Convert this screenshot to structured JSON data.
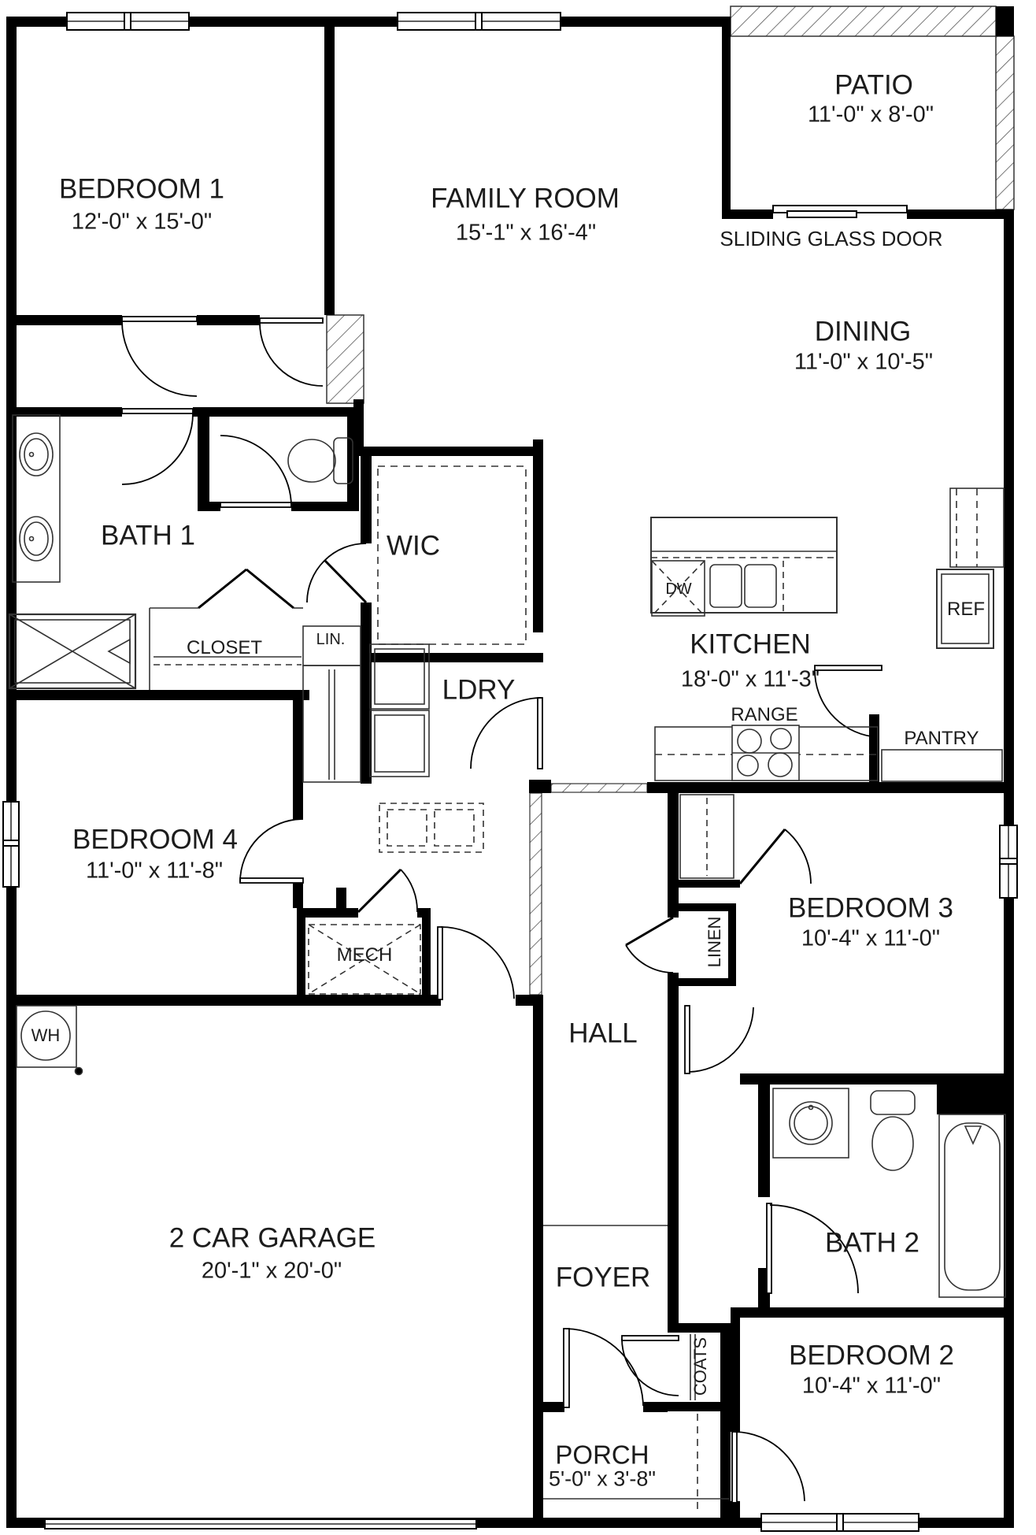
{
  "colors": {
    "wall": "#000000",
    "background": "#ffffff",
    "text": "#1c1c1c"
  },
  "rooms": {
    "bedroom1": {
      "label": "BEDROOM 1",
      "dims": "12'-0\" x 15'-0\""
    },
    "family_room": {
      "label": "FAMILY ROOM",
      "dims": "15'-1\" x 16'-4\""
    },
    "patio": {
      "label": "PATIO",
      "dims": "11'-0\" x 8'-0\""
    },
    "dining": {
      "label": "DINING",
      "dims": "11'-0\" x 10'-5\""
    },
    "kitchen": {
      "label": "KITCHEN",
      "dims": "18'-0\" x 11'-3\""
    },
    "bath1": {
      "label": "BATH 1"
    },
    "wic": {
      "label": "WIC"
    },
    "closet": {
      "label": "CLOSET"
    },
    "lin": {
      "label": "LIN."
    },
    "ldry": {
      "label": "LDRY"
    },
    "pantry": {
      "label": "PANTRY"
    },
    "bedroom4": {
      "label": "BEDROOM 4",
      "dims": "11'-0\" x 11'-8\""
    },
    "bedroom3": {
      "label": "BEDROOM 3",
      "dims": "10'-4\" x 11'-0\""
    },
    "linen": {
      "label": "LINEN"
    },
    "mech": {
      "label": "MECH"
    },
    "hall": {
      "label": "HALL"
    },
    "bath2": {
      "label": "BATH 2"
    },
    "garage": {
      "label": "2 CAR GARAGE",
      "dims": "20'-1\" x 20'-0\""
    },
    "foyer": {
      "label": "FOYER"
    },
    "coats": {
      "label": "COATS"
    },
    "bedroom2": {
      "label": "BEDROOM 2",
      "dims": "10'-4\" x 11'-0\""
    },
    "porch": {
      "label": "PORCH",
      "dims": "5'-0\" x 3'-8\""
    }
  },
  "fixtures": {
    "dishwasher": "DW",
    "refrigerator": "REF",
    "range": "RANGE",
    "water_heater": "WH"
  },
  "annotations": {
    "sliding_glass_door": "SLIDING GLASS DOOR"
  }
}
